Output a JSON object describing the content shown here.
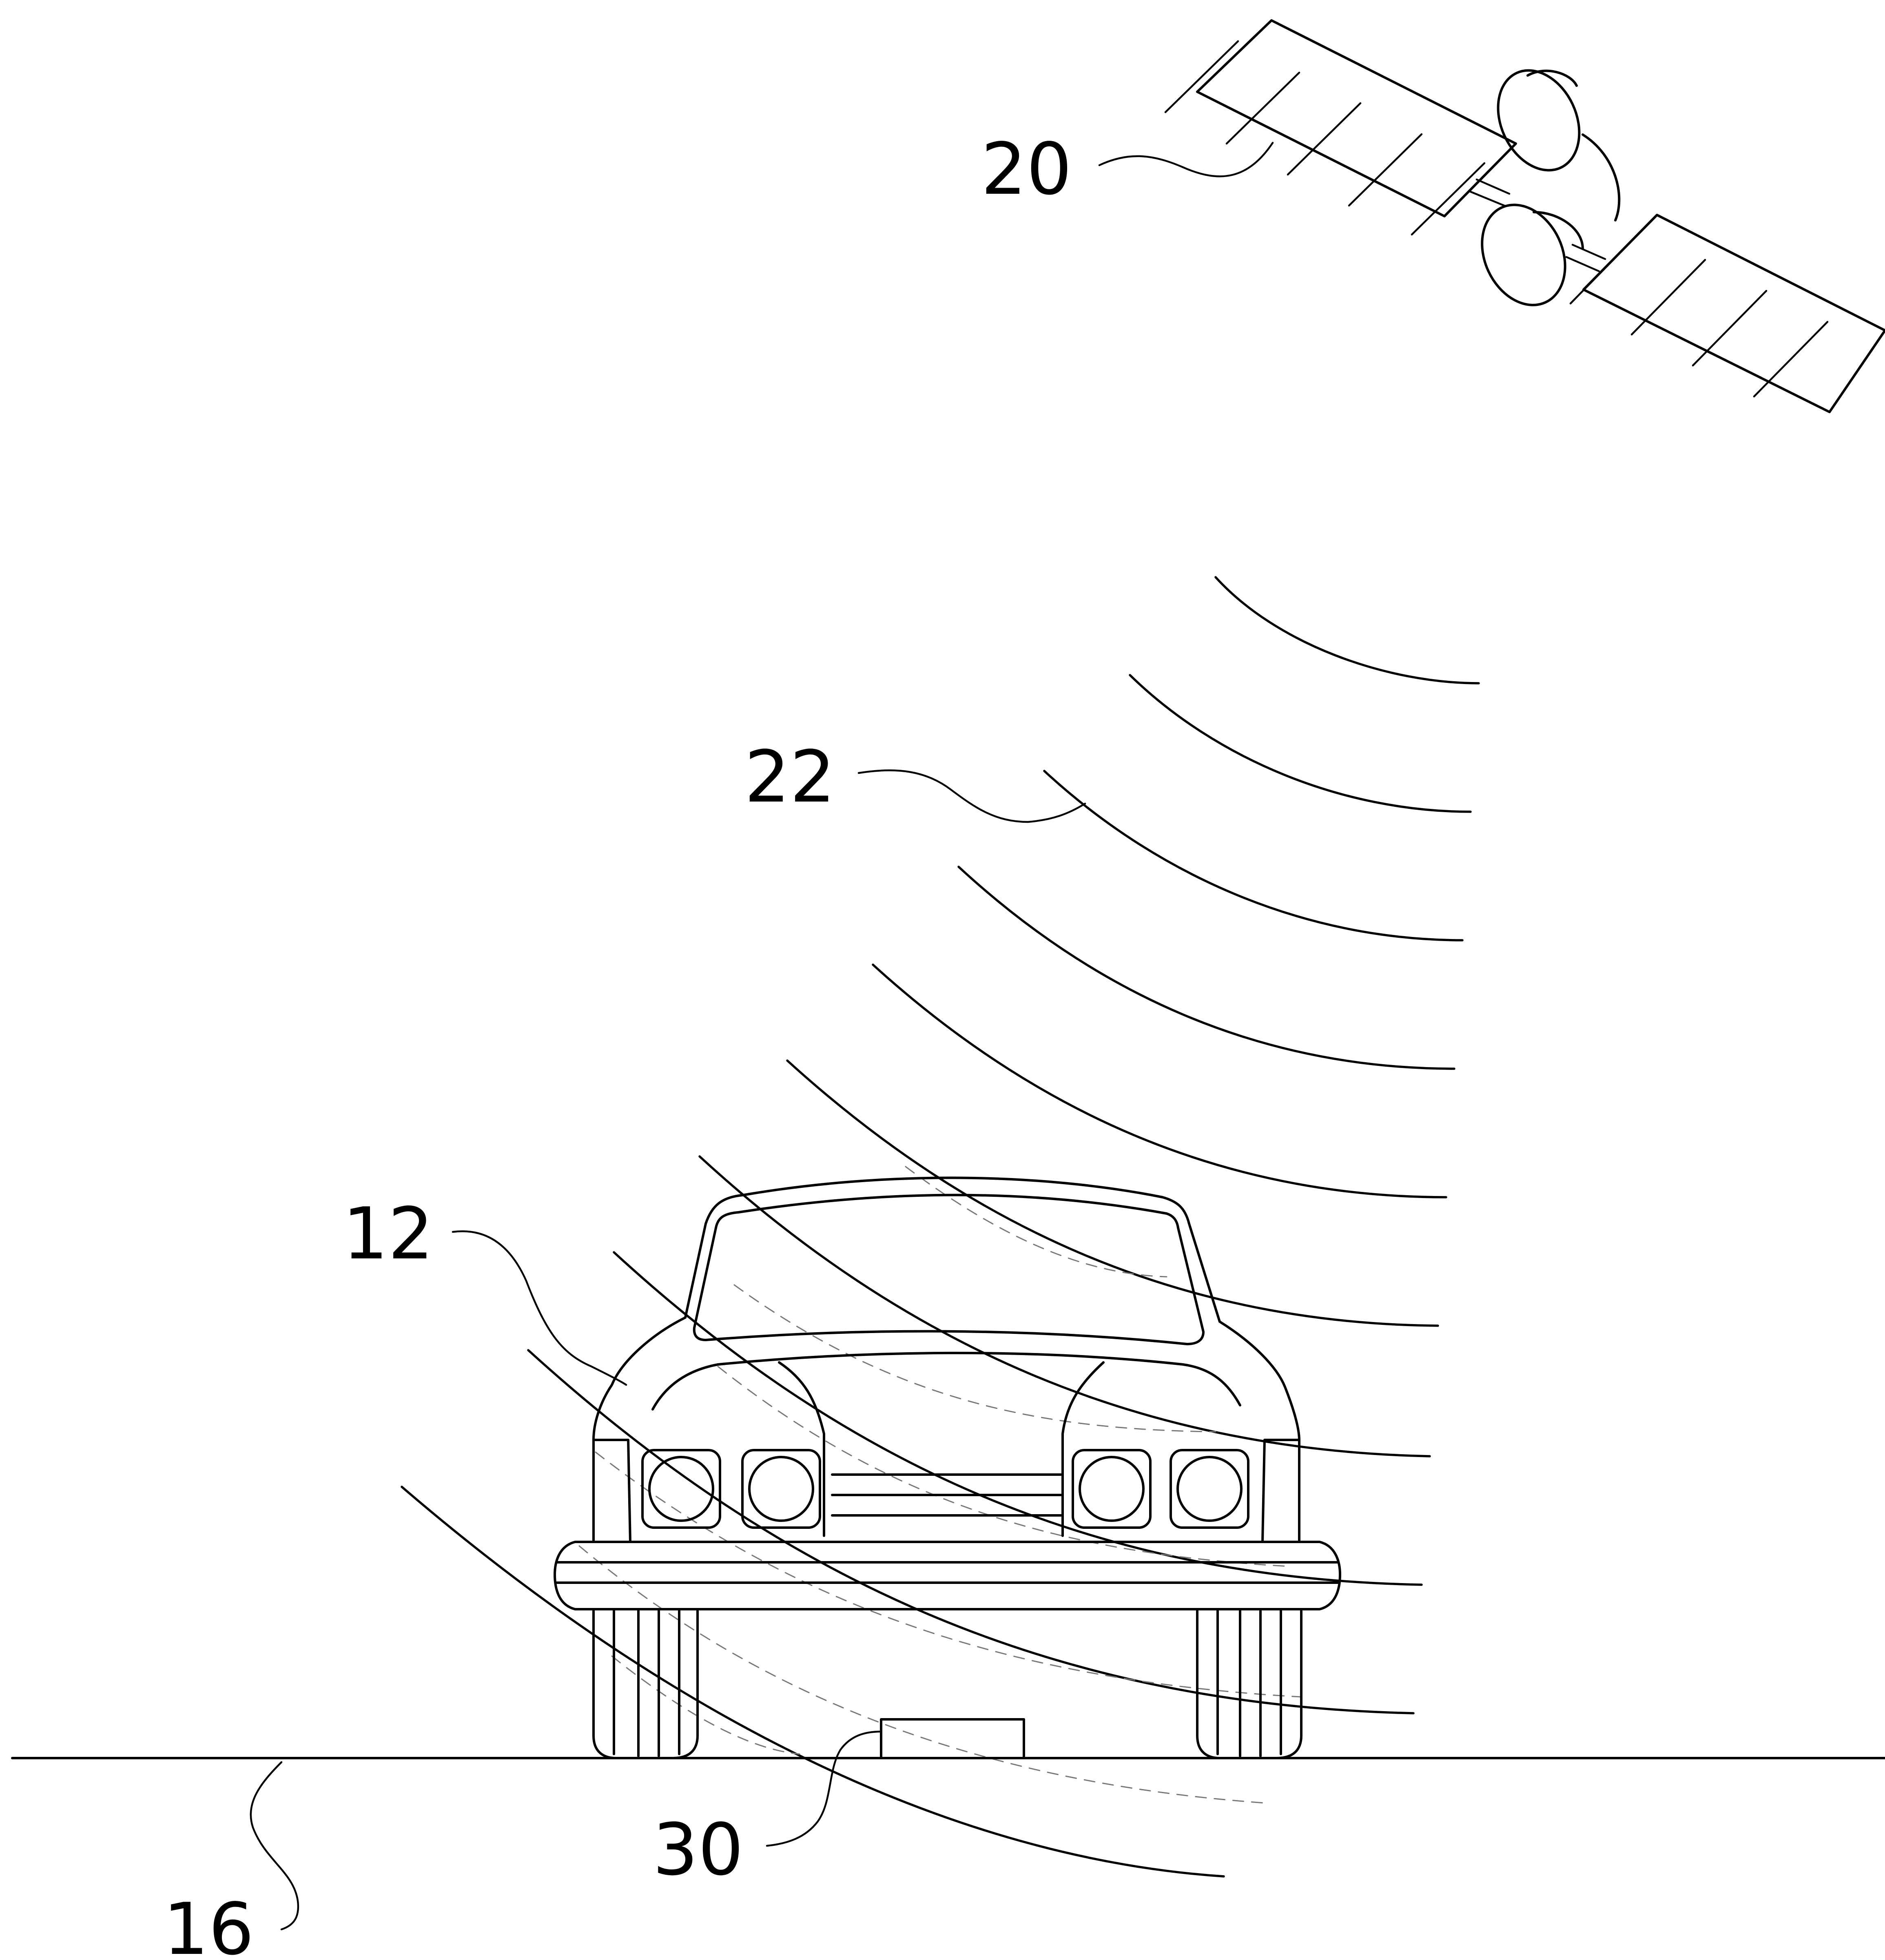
{
  "labels": {
    "satellite": "20",
    "signal": "22",
    "vehicle": "12",
    "ground": "16",
    "receiver": "30"
  }
}
